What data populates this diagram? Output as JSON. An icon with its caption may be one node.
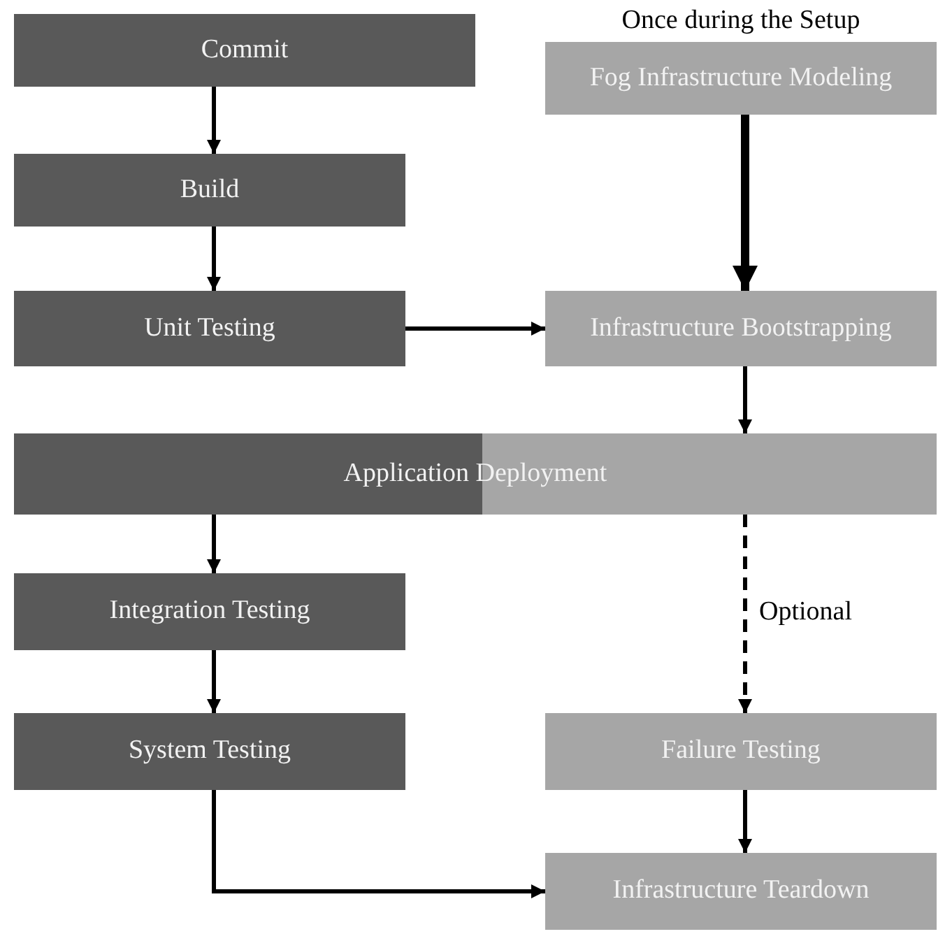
{
  "diagram": {
    "nodes": [
      {
        "text": [
          "Commit"
        ]
      },
      {
        "text": [
          "Build"
        ]
      },
      {
        "text": [
          "Unit Testing"
        ]
      },
      {
        "text": [
          "Fog Infrastructure Modeling"
        ],
        "beside": [
          "Once during the Setup"
        ]
      },
      {
        "text": [
          "Infrastructure Bootstrapping"
        ]
      },
      {
        "text": [
          "Application Deployment"
        ]
      },
      {
        "text": [
          "Integration Testing"
        ]
      },
      {
        "text": [
          "System Testing"
        ]
      },
      {
        "text": [
          "Failure Testing"
        ]
      },
      {
        "text": [
          "Infrastructure Teardown"
        ]
      }
    ],
    "edges": [
      {
        "from": 0,
        "to": 1,
        "arrow": "to"
      },
      {
        "from": 1,
        "to": 2,
        "arrow": "to"
      },
      {
        "from": 2,
        "to": 4,
        "arrow": "to"
      },
      {
        "from": 3,
        "to": 4,
        "arrow": "to",
        "style": "thick"
      },
      {
        "from": 4,
        "to": 5,
        "arrow": "to"
      },
      {
        "from": 5,
        "to": 6,
        "arrow": "to"
      },
      {
        "from": 6,
        "to": 7,
        "arrow": "to"
      },
      {
        "from": 5,
        "to": 8,
        "arrow": "to",
        "style": "dashed",
        "label": "Optional"
      },
      {
        "from": 7,
        "to": 9,
        "arrow": "to"
      },
      {
        "from": 8,
        "to": 9,
        "arrow": "to"
      }
    ]
  }
}
